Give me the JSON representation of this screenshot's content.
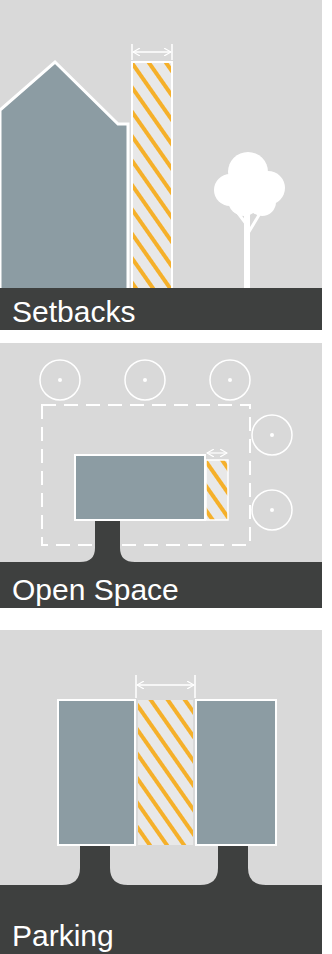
{
  "diagram": {
    "nodes": [
      {
        "text": [
          "Setbacks"
        ]
      },
      {
        "text": [
          "Open Space"
        ]
      },
      {
        "text": [
          "Parking"
        ]
      }
    ]
  }
}
